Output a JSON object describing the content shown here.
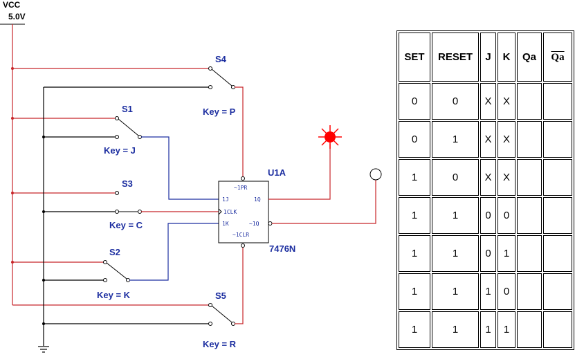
{
  "power": {
    "name": "VCC",
    "voltage": "5.0V"
  },
  "switches": {
    "s1": {
      "name": "S1",
      "key": "Key = J"
    },
    "s2": {
      "name": "S2",
      "key": "Key = K"
    },
    "s3": {
      "name": "S3",
      "key": "Key = C"
    },
    "s4": {
      "name": "S4",
      "key": "Key = P"
    },
    "s5": {
      "name": "S5",
      "key": "Key = R"
    }
  },
  "chip": {
    "ref": "U1A",
    "part": "7476N",
    "pins": {
      "pr": "~1PR",
      "j": "1J",
      "q": "1Q",
      "clk": "1CLK",
      "k": "1K",
      "qn": "~1Q",
      "clr": "~1CLR"
    }
  },
  "colors": {
    "wire_red": "#c8262a",
    "wire_blue": "#1c2ea0",
    "wire_black": "#000000",
    "led_on": "#ff0000"
  },
  "truth_table": {
    "headers": [
      "SET",
      "RESET",
      "J",
      "K",
      "Qa",
      "Qa"
    ],
    "rows": [
      [
        "0",
        "0",
        "X",
        "X",
        "",
        ""
      ],
      [
        "0",
        "1",
        "X",
        "X",
        "",
        ""
      ],
      [
        "1",
        "0",
        "X",
        "X",
        "",
        ""
      ],
      [
        "1",
        "1",
        "0",
        "0",
        "",
        ""
      ],
      [
        "1",
        "1",
        "0",
        "1",
        "",
        ""
      ],
      [
        "1",
        "1",
        "1",
        "0",
        "",
        ""
      ],
      [
        "1",
        "1",
        "1",
        "1",
        "",
        ""
      ]
    ]
  }
}
